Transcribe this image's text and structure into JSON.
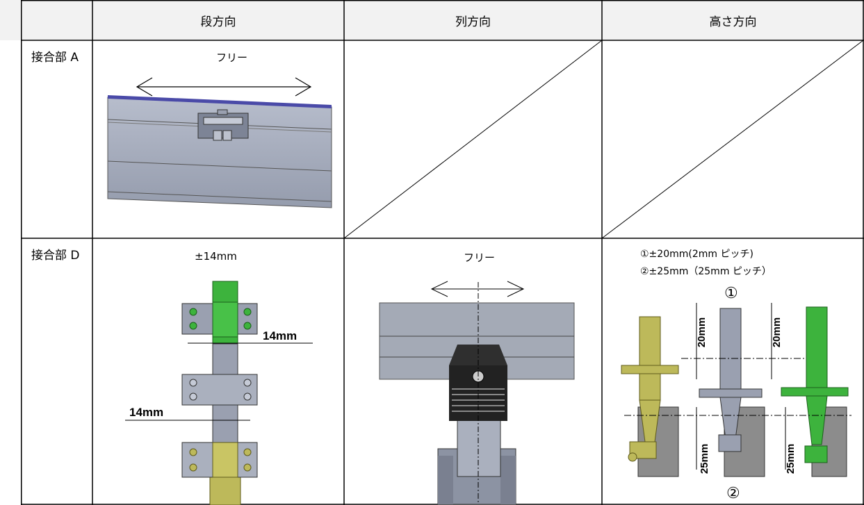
{
  "table": {
    "headers": [
      "",
      "段方向",
      "列方向",
      "高さ方向"
    ],
    "rows": [
      {
        "label": "接合部 A",
        "dan": "フリー"
      },
      {
        "label": "接合部 D",
        "dan": "±14mm",
        "retsu": "フリー",
        "takasa_line1": "①±20mm(2mm ピッチ)",
        "takasa_line2": "②±25mm（25mm ピッチ）"
      }
    ]
  },
  "drawing_d_dan": {
    "dim_top": "14mm",
    "dim_bottom": "14mm"
  },
  "drawing_d_takasa": {
    "marker_top": "①",
    "marker_bottom": "②",
    "dim_20_left": "20mm",
    "dim_20_right": "20mm",
    "dim_25_left": "25mm",
    "dim_25_right": "25mm"
  },
  "colors": {
    "header_bg": "#f2f2f2",
    "green": "#3db33d",
    "gray": "#9aa0b0",
    "olive": "#bdb95a",
    "steel": "#8c93a3"
  }
}
